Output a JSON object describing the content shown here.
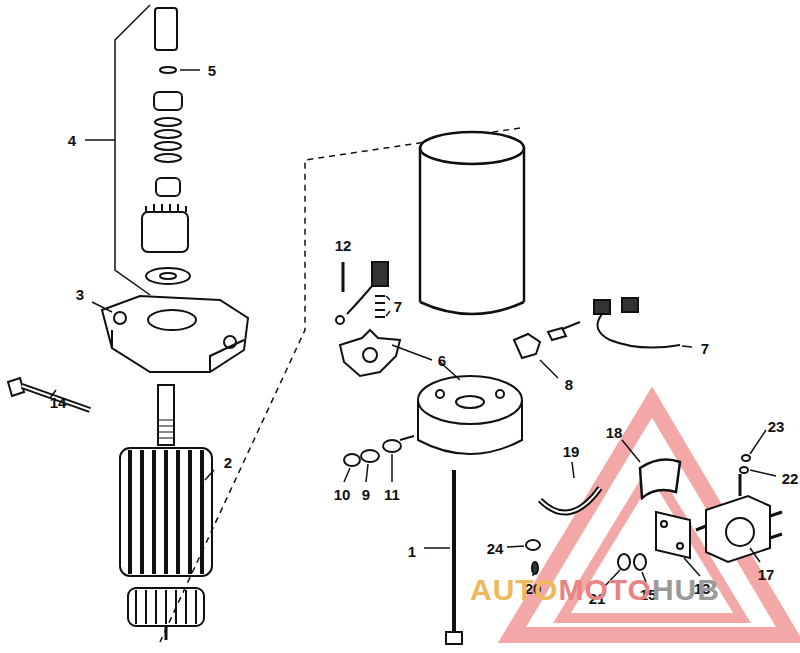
{
  "diagram": {
    "labels": [
      "5",
      "4",
      "3",
      "14",
      "2",
      "12",
      "7",
      "6",
      "7",
      "8",
      "10",
      "9",
      "11",
      "1",
      "19",
      "18",
      "23",
      "22",
      "24",
      "20",
      "21",
      "15",
      "13",
      "17",
      "AUTO",
      "MOTO",
      "HUB"
    ]
  }
}
